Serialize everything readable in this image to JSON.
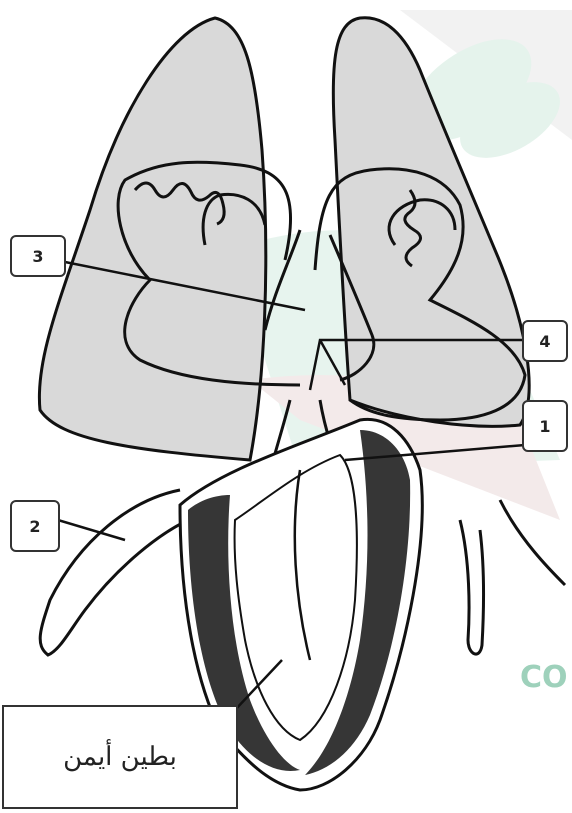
{
  "labels": {
    "label_3": "3",
    "label_4": "4",
    "label_1": "1",
    "label_2": "2",
    "right_ventricle": "بطين أيمن"
  },
  "watermark": {
    "text": "CO"
  },
  "colors": {
    "lung_fill": "#d9d9d9",
    "outline": "#111111",
    "watermark_green": "#8dc9b0",
    "watermark_leaf": "#cfe9dd",
    "muscle_dark": "#1a1a1a"
  }
}
